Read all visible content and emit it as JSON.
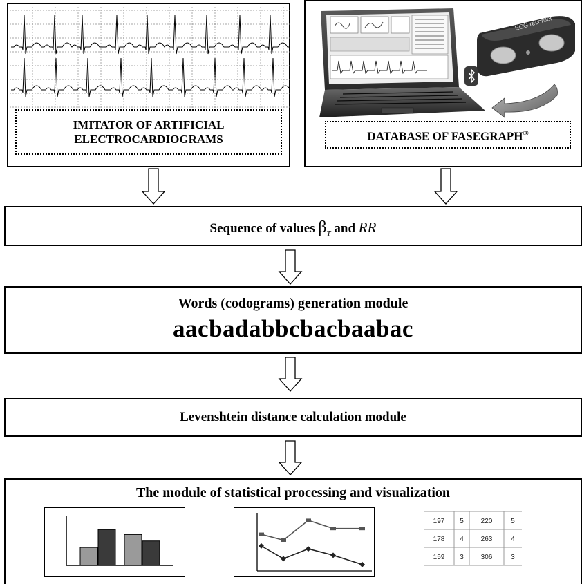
{
  "top_left": {
    "title_line1": "IMITATOR OF ARTIFICIAL",
    "title_line2": "ELECTROCARDIOGRAMS"
  },
  "top_right": {
    "title": "DATABASE OF FASEGRAPH",
    "title_sup": "®",
    "device_label": "ECG recorder"
  },
  "sequence_box": {
    "text_prefix": "Sequence of values",
    "beta": "β",
    "beta_sub": "T",
    "and": "and",
    "rr": "RR"
  },
  "words_box": {
    "title": "Words (codograms) generation module",
    "codogram": "aacbadabbcbacbaabac"
  },
  "levenshtein_box": {
    "title": "Levenshtein distance calculation module"
  },
  "stats_box": {
    "title": "The module of statistical processing and visualization",
    "bar_values": [
      0.36,
      0.72,
      0.62,
      0.49
    ],
    "bar_colors": [
      "#9a9a9a",
      "#3a3a3a",
      "#9a9a9a",
      "#3a3a3a"
    ],
    "line_upper": [
      0.63,
      0.53,
      0.87,
      0.73,
      0.73
    ],
    "line_lower": [
      0.43,
      0.21,
      0.38,
      0.27,
      0.11
    ],
    "table": [
      [
        "197",
        "5",
        "220",
        "5"
      ],
      [
        "178",
        "4",
        "263",
        "4"
      ],
      [
        "159",
        "3",
        "306",
        "3"
      ]
    ]
  }
}
